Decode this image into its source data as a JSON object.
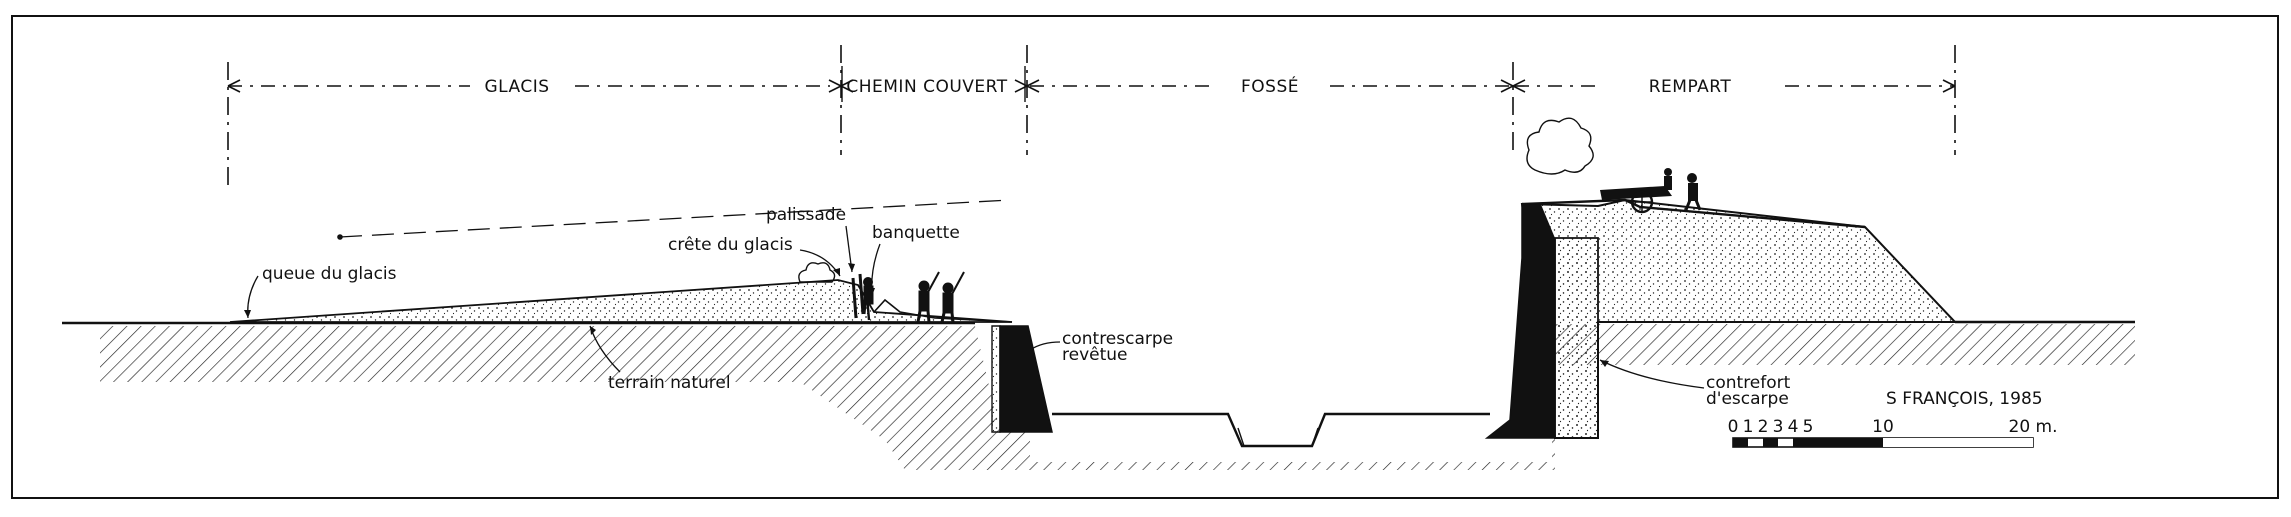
{
  "sections": {
    "glacis": "GLACIS",
    "chemin_couvert": "CHEMIN COUVERT",
    "fosse": "FOSSÉ",
    "rempart": "REMPART"
  },
  "labels": {
    "palissade": "palissade",
    "crete_du_glacis": "crête du glacis",
    "banquette": "banquette",
    "queue_du_glacis": "queue du glacis",
    "terrain_naturel": "terrain naturel",
    "contrescarpe_line1": "contrescarpe",
    "contrescarpe_line2": "revêtue",
    "contrefort_line1": "contrefort",
    "contrefort_line2": "d'escarpe"
  },
  "credit": "S FRANÇOIS, 1985",
  "scale_bar": {
    "ticks": [
      "0",
      "1",
      "2",
      "3",
      "4",
      "5",
      "10",
      "20 m."
    ]
  }
}
